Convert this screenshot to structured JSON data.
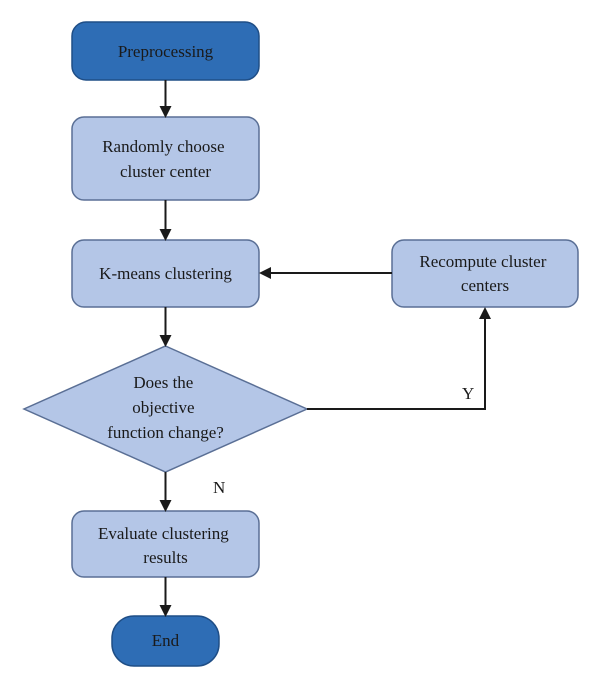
{
  "nodes": {
    "preprocessing": {
      "lines": [
        "Preprocessing"
      ]
    },
    "random_center": {
      "lines": [
        "Randomly choose",
        "cluster center"
      ]
    },
    "kmeans": {
      "lines": [
        "K-means clustering"
      ]
    },
    "recompute": {
      "lines": [
        "Recompute cluster",
        "centers"
      ]
    },
    "decision": {
      "lines": [
        "Does the",
        "objective",
        "function change?"
      ]
    },
    "evaluate": {
      "lines": [
        "Evaluate clustering",
        "results"
      ]
    },
    "end": {
      "lines": [
        "End"
      ]
    }
  },
  "edge_labels": {
    "yes": "Y",
    "no": "N"
  },
  "colors": {
    "terminal_fill": "#2e6db5",
    "terminal_stroke": "#1f4e86",
    "process_fill": "#b4c6e7",
    "process_stroke": "#5a6f95",
    "arrow": "#1a1a1a"
  }
}
